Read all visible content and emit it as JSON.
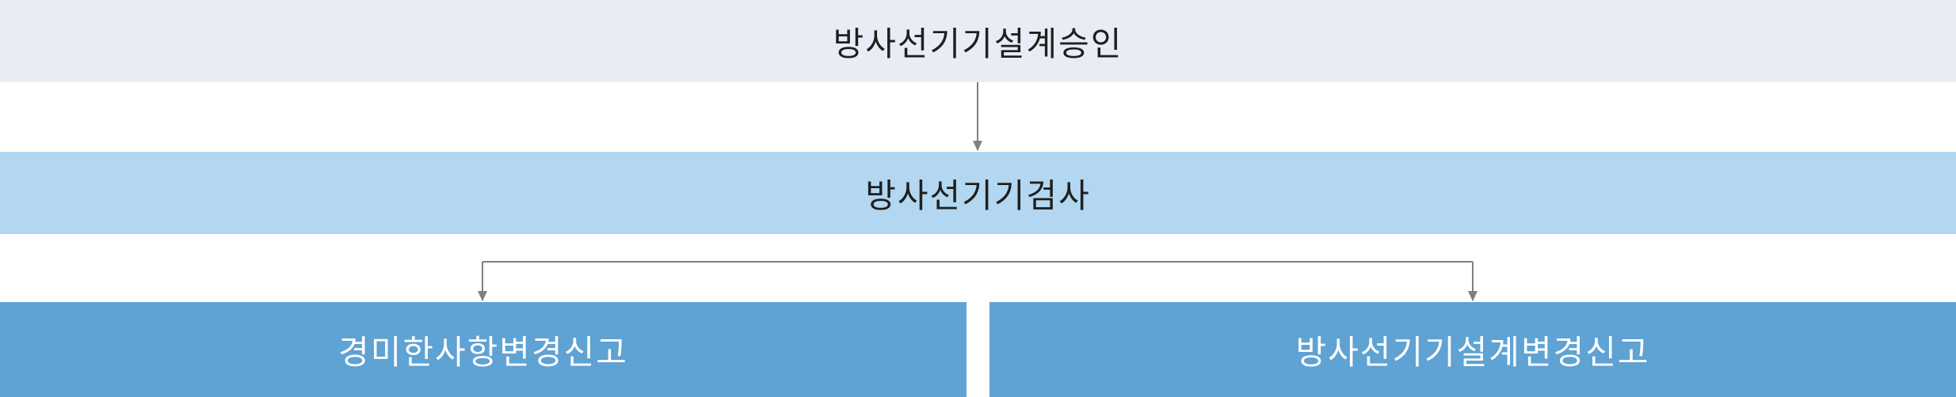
{
  "diagram": {
    "nodes": {
      "top": {
        "label": "방사선기기설계승인"
      },
      "middle": {
        "label": "방사선기기검사"
      },
      "bottom_left": {
        "label": "경미한사항변경신고"
      },
      "bottom_right": {
        "label": "방사선기기설계변경신고"
      }
    },
    "edges": [
      {
        "from": "top",
        "to": "middle"
      },
      {
        "from": "middle",
        "to": "bottom_left"
      },
      {
        "from": "middle",
        "to": "bottom_right"
      }
    ]
  },
  "colors": {
    "top_fill": "#e8edf5",
    "middle_fill": "#b3d7f0",
    "bottom_fill": "#5fa2d4",
    "connector": "#808080"
  }
}
